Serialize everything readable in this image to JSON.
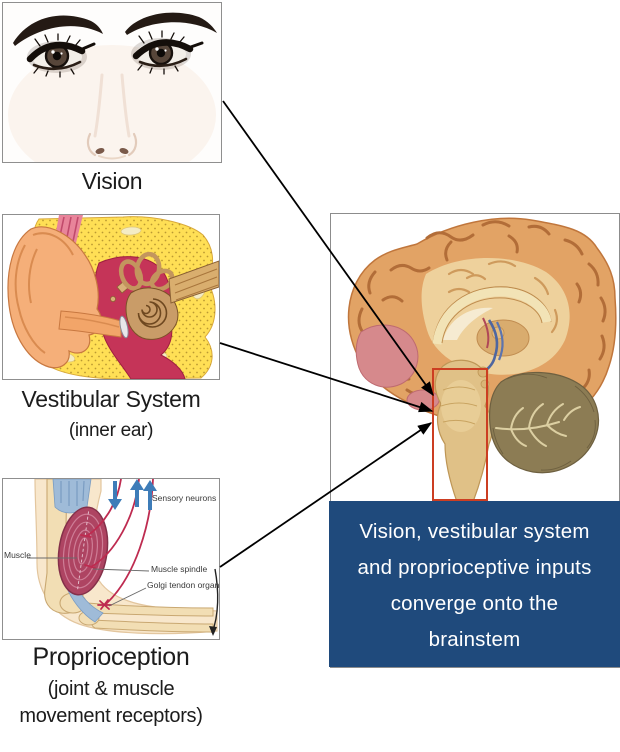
{
  "panels": {
    "vision": {
      "label": "Vision"
    },
    "vestibular": {
      "label": "Vestibular System",
      "sublabel": "(inner ear)"
    },
    "proprioception": {
      "label": "Proprioception",
      "sublabel_line1": "(joint & muscle",
      "sublabel_line2": "movement receptors)",
      "annotations": {
        "sensory_neurons": "Sensory neurons",
        "muscle": "Muscle",
        "muscle_spindle": "Muscle spindle",
        "golgi_tendon_organ": "Golgi tendon organ"
      }
    }
  },
  "caption": {
    "lines": [
      "Vision, vestibular system",
      "and proprioceptive inputs",
      "converge onto the",
      "brainstem"
    ]
  },
  "colors": {
    "caption_bg": "#1F4A7C",
    "caption_text": "#FFFFFF",
    "highlight_box": "#CC3E22",
    "arrow": "#000000"
  }
}
